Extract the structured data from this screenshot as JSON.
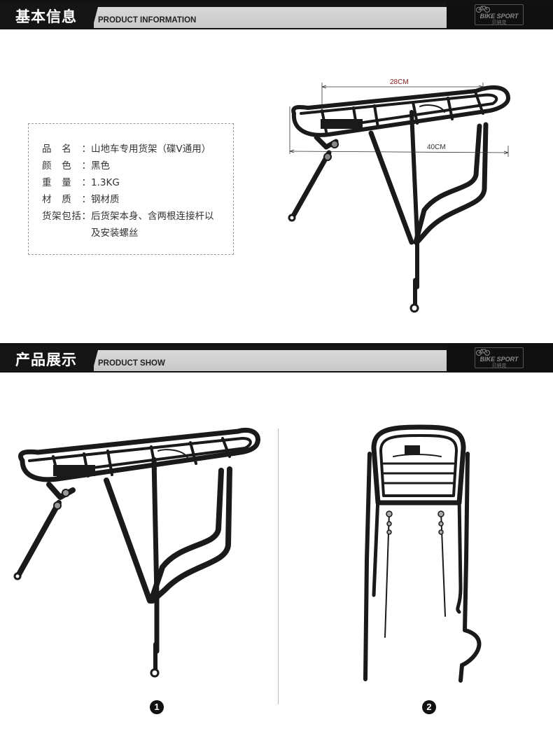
{
  "section1": {
    "cn_title": "基本信息",
    "en_title": "PRODUCT INFORMATION",
    "logo_main": "BIKE SPORT",
    "logo_sub": "贝纳克"
  },
  "specs": [
    {
      "label": "品名：",
      "value": "山地车专用货架（碟V通用）"
    },
    {
      "label": "颜色：",
      "value": "黑色"
    },
    {
      "label": "重量：",
      "value": "1.3KG"
    },
    {
      "label": "材质：",
      "value": "钢材质"
    },
    {
      "label": "货架包括：",
      "value": "后货架本身、含两根连接杆以"
    },
    {
      "label": "",
      "value": "及安装螺丝"
    }
  ],
  "dimensions": {
    "width_label": "28CM",
    "length_label": "40CM"
  },
  "section2": {
    "cn_title": "产品展示",
    "en_title": "PRODUCT SHOW",
    "logo_main": "BIKE SPORT",
    "logo_sub": "贝纳克"
  },
  "photos": [
    {
      "badge": "1"
    },
    {
      "badge": "2"
    }
  ],
  "colors": {
    "header_dark": "#151515",
    "header_strip": "#d0d0d0",
    "rack_black": "#1a1a1a",
    "dimension_red": "#8b1a1a"
  }
}
